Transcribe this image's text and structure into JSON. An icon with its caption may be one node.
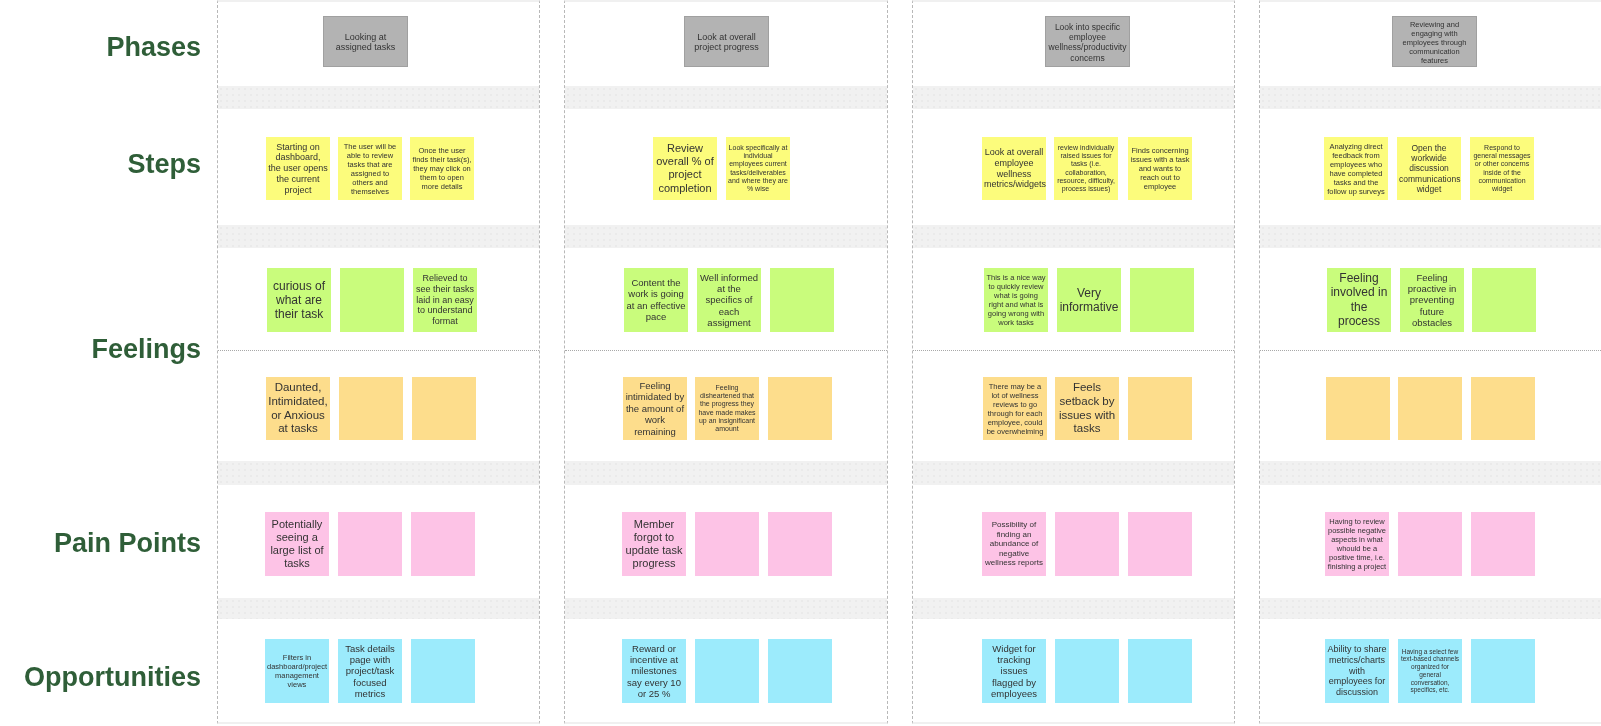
{
  "diagram": {
    "nodes": [
      {
        "text": [
          "Looking at assigned tasks"
        ]
      },
      {
        "text": [
          "Look at overall project progress"
        ]
      },
      {
        "text": [
          "Look into specific employee wellness/productivity concerns"
        ]
      },
      {
        "text": [
          "Reviewing and engaging with employees through communication features"
        ]
      },
      {
        "text": [
          "Starting on dashboard, the user opens the current project"
        ]
      },
      {
        "text": [
          "The user will be able to review tasks that are assigned to others and themselves"
        ]
      },
      {
        "text": [
          "Once the user finds their task(s), they may click on them to open more details"
        ]
      },
      {
        "text": [
          "Review overall % of project completion"
        ]
      },
      {
        "text": [
          "Look specifically at individual employees current tasks/deliverables and where they are % wise"
        ]
      },
      {
        "text": [
          "Look at overall employee wellness metrics/widgets"
        ]
      },
      {
        "text": [
          "review individually raised issues for tasks (i.e. collaboration, resource, difficulty, process issues)"
        ]
      },
      {
        "text": [
          "Finds concerning issues with a task and wants to reach out to employee"
        ]
      },
      {
        "text": [
          "Analyzing direct feedback from employees who have completed tasks and the follow up surveys"
        ]
      },
      {
        "text": [
          "Open the workwide discussion communications widget"
        ]
      },
      {
        "text": [
          "Respond to general messages or other concerns inside of the communication widget"
        ]
      },
      {
        "text": [
          "curious of what are their task"
        ]
      },
      {
        "text": [],
        "shape": "box"
      },
      {
        "text": [
          "Relieved to see their tasks laid in an easy to understand format"
        ]
      },
      {
        "text": [
          "Content the work is going at an effective pace"
        ]
      },
      {
        "text": [
          "Well informed at the specifics of each assigment"
        ]
      },
      {
        "text": [],
        "shape": "box"
      },
      {
        "text": [
          "This is a nice way to quickly review what is going right and what is going wrong with work tasks"
        ]
      },
      {
        "text": [
          "Very informative"
        ]
      },
      {
        "text": [],
        "shape": "box"
      },
      {
        "text": [
          "Feeling involved in the process"
        ]
      },
      {
        "text": [
          "Feeling proactive in preventing future obstacles"
        ]
      },
      {
        "text": [],
        "shape": "box"
      },
      {
        "text": [
          "Daunted, Intimidated, or Anxious at tasks"
        ]
      },
      {
        "text": [],
        "shape": "box"
      },
      {
        "text": [],
        "shape": "box"
      },
      {
        "text": [
          "Feeling intimidated by the amount of work remaining"
        ]
      },
      {
        "text": [
          "Feeling disheartened that the progress they have made makes up an insignificant amount"
        ]
      },
      {
        "text": [],
        "shape": "box"
      },
      {
        "text": [
          "There may be a lot of wellness reviews to go through for each employee, could be overwhelming"
        ]
      },
      {
        "text": [
          "Feels setback by issues with tasks"
        ]
      },
      {
        "text": [],
        "shape": "box"
      },
      {
        "text": [],
        "shape": "box"
      },
      {
        "text": [],
        "shape": "box"
      },
      {
        "text": [],
        "shape": "box"
      },
      {
        "text": [
          "Potentially seeing a large list of tasks"
        ]
      },
      {
        "text": [],
        "shape": "box"
      },
      {
        "text": [],
        "shape": "box"
      },
      {
        "text": [
          "Member forgot to update task progress"
        ]
      },
      {
        "text": [],
        "shape": "box"
      },
      {
        "text": [],
        "shape": "box"
      },
      {
        "text": [
          "Possibility of finding an abundance of negative wellness reports"
        ]
      },
      {
        "text": [],
        "shape": "box"
      },
      {
        "text": [],
        "shape": "box"
      },
      {
        "text": [
          "Having to review possible negative aspects in what whould be a positive time, i.e. finishing a project"
        ]
      },
      {
        "text": [],
        "shape": "box"
      },
      {
        "text": [],
        "shape": "box"
      },
      {
        "text": [
          "Filters in dashboard/project management views"
        ]
      },
      {
        "text": [
          "Task details page with project/task focused metrics"
        ]
      },
      {
        "text": [],
        "shape": "box"
      },
      {
        "text": [
          "Reward or incentive at milestones say every 10 or 25 %"
        ]
      },
      {
        "text": [],
        "shape": "box"
      },
      {
        "text": [],
        "shape": "box"
      },
      {
        "text": [
          "Widget for tracking issues flagged by employees"
        ]
      },
      {
        "text": [],
        "shape": "box"
      },
      {
        "text": [],
        "shape": "box"
      },
      {
        "text": [
          "Ability to share metrics/charts with employees for discussion"
        ]
      },
      {
        "text": [
          "Having a select few text-based channels organized for general conversation, specifics, etc."
        ]
      },
      {
        "text": [],
        "shape": "box"
      }
    ],
    "labels": [
      "Phases",
      "Steps",
      "Feelings",
      "Pain Points",
      "Opportunities"
    ]
  }
}
